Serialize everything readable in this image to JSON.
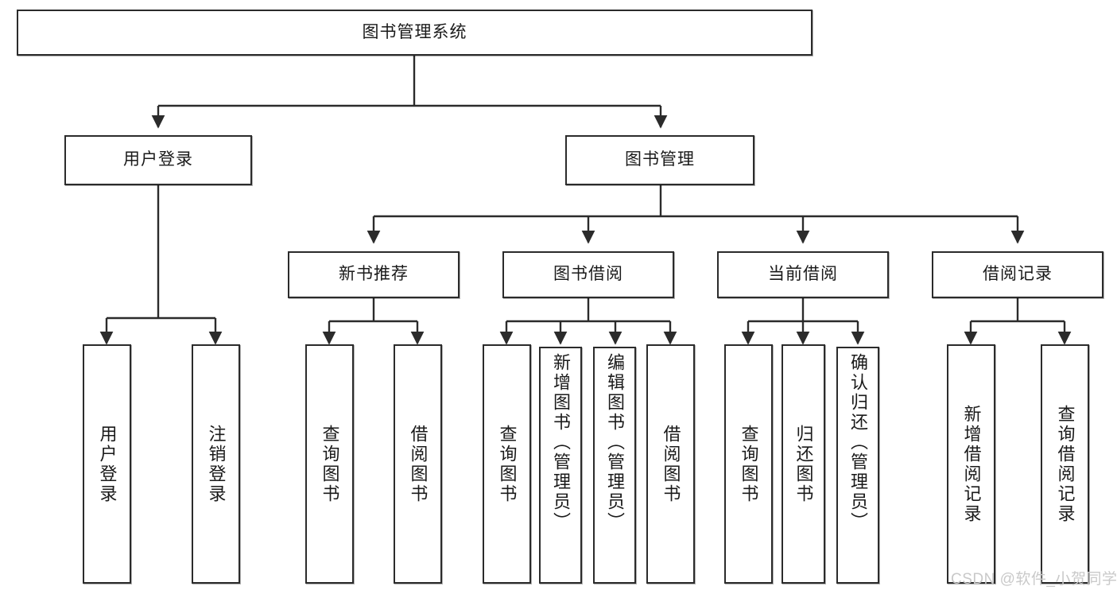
{
  "diagram": {
    "title": "图书管理系统",
    "type": "tree",
    "orientation": "top-down",
    "colors": {
      "node_border": "#2b2b2b",
      "node_fill": "#ffffff",
      "edge": "#2b2b2b",
      "text": "#1a1a1a",
      "watermark": "#c9c9c9",
      "background": "#ffffff"
    },
    "nodes": {
      "root": {
        "label": "图书管理系统"
      },
      "level2": [
        {
          "id": "user-login",
          "label": "用户登录"
        },
        {
          "id": "book-manage",
          "label": "图书管理"
        }
      ],
      "level3": [
        {
          "id": "new-book-rec",
          "label": "新书推荐"
        },
        {
          "id": "book-borrow",
          "label": "图书借阅"
        },
        {
          "id": "current-borrow",
          "label": "当前借阅"
        },
        {
          "id": "borrow-record",
          "label": "借阅记录"
        }
      ],
      "leaves": {
        "user_login": [
          {
            "id": "leaf-user-login",
            "label": "用户登录"
          },
          {
            "id": "leaf-logout-login",
            "label": "注销登录"
          }
        ],
        "new_book_rec": [
          {
            "id": "leaf-query-book-1",
            "label": "查询图书"
          },
          {
            "id": "leaf-borrow-book-1",
            "label": "借阅图书"
          }
        ],
        "book_borrow": [
          {
            "id": "leaf-query-book-2",
            "label": "查询图书"
          },
          {
            "id": "leaf-add-book-admin",
            "label": "新增图书（管理员）"
          },
          {
            "id": "leaf-edit-book-admin",
            "label": "编辑图书（管理员）"
          },
          {
            "id": "leaf-borrow-book-2",
            "label": "借阅图书"
          }
        ],
        "current_borrow": [
          {
            "id": "leaf-query-book-3",
            "label": "查询图书"
          },
          {
            "id": "leaf-return-book",
            "label": "归还图书"
          },
          {
            "id": "leaf-confirm-return-admin",
            "label": "确认归还（管理员）"
          }
        ],
        "borrow_record": [
          {
            "id": "leaf-add-borrow-record",
            "label": "新增借阅记录"
          },
          {
            "id": "leaf-query-borrow-record",
            "label": "查询借阅记录"
          }
        ]
      }
    },
    "watermark": "CSDN @软件_小贺同学"
  }
}
